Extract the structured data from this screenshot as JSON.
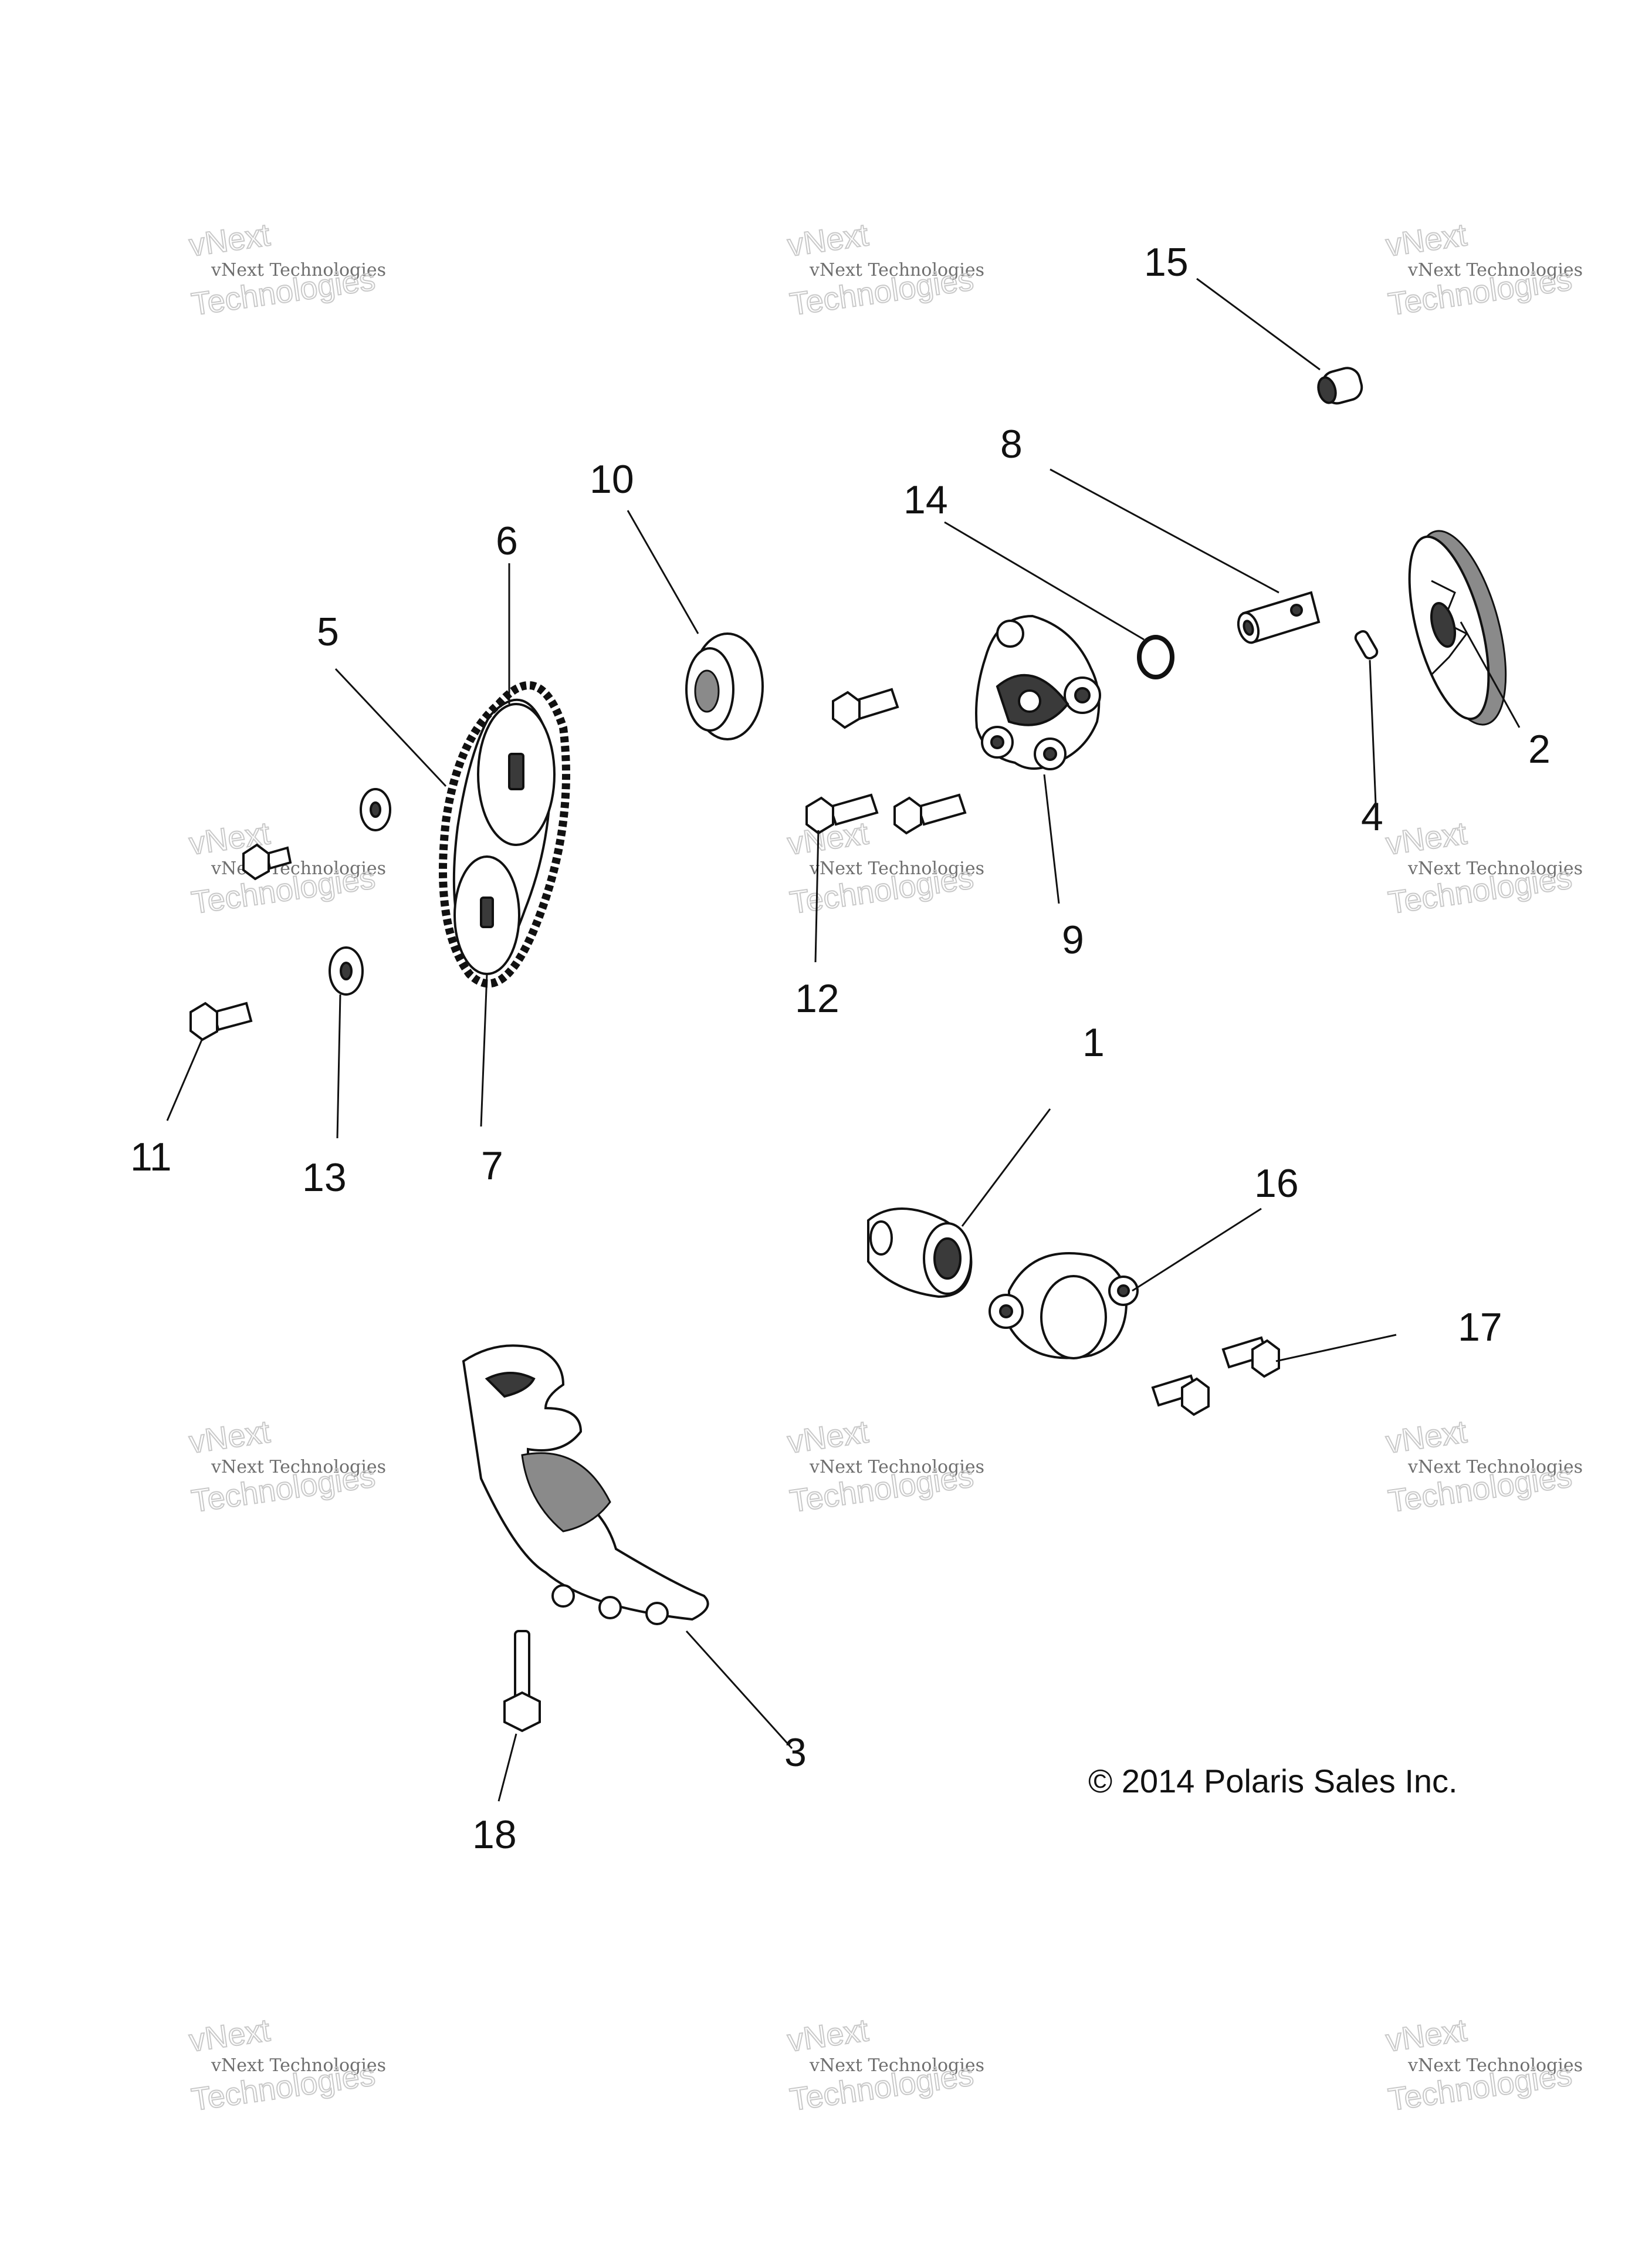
{
  "copyright": "© 2014 Polaris Sales Inc.",
  "watermark": {
    "line1": "vNext",
    "line2": "vNext Technologies",
    "line3": "Technologies"
  },
  "callouts": [
    "1",
    "2",
    "3",
    "4",
    "5",
    "6",
    "7",
    "8",
    "9",
    "10",
    "11",
    "12",
    "13",
    "14",
    "15",
    "16",
    "17",
    "18"
  ]
}
